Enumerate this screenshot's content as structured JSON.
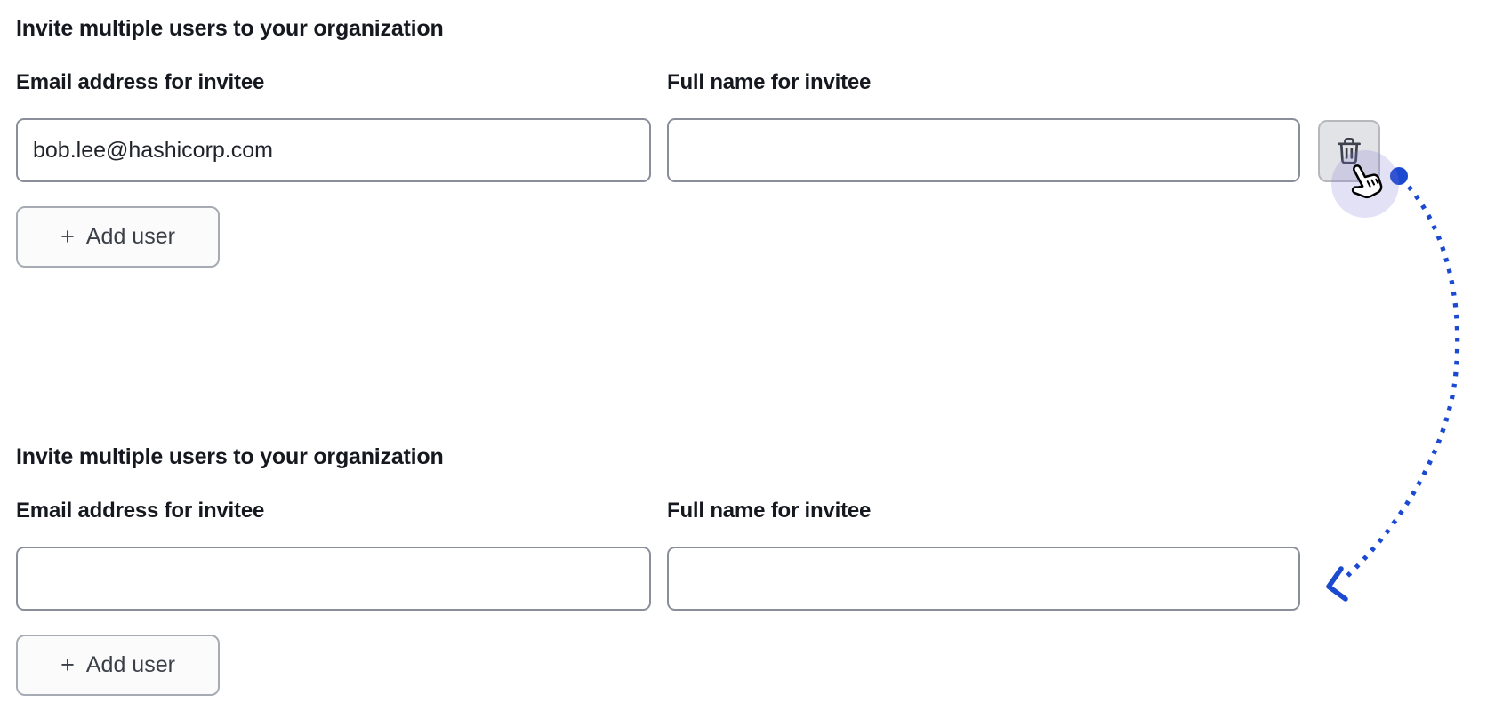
{
  "page": {
    "background": "#ffffff",
    "accent_blue": "#1b4ad1",
    "description": "Invite users form shown twice; annotation arrow links delete action on first form to resulting second form"
  },
  "sections": [
    {
      "heading": "Invite multiple users to your organization",
      "fields": [
        {
          "label": "Email address for invitee",
          "value": "bob.lee@hashicorp.com"
        },
        {
          "label": "Full name for invitee",
          "value": ""
        }
      ],
      "delete_button": {
        "icon": "trash-icon"
      },
      "add_button": {
        "plus": "+",
        "label": "Add user"
      }
    },
    {
      "heading": "Invite multiple users to your organization",
      "fields": [
        {
          "label": "Email address for invitee",
          "value": ""
        },
        {
          "label": "Full name for invitee",
          "value": ""
        }
      ],
      "add_button": {
        "plus": "+",
        "label": "Add user"
      }
    }
  ],
  "annotation": {
    "click_dot_color": "#1b4ad1",
    "arrow_color": "#1b4ad1",
    "halo_color": "rgba(126,118,212,0.22)",
    "cursor_icon": "hand-pointer-icon",
    "meaning": "clicking delete on filled row leads to empty form below"
  }
}
